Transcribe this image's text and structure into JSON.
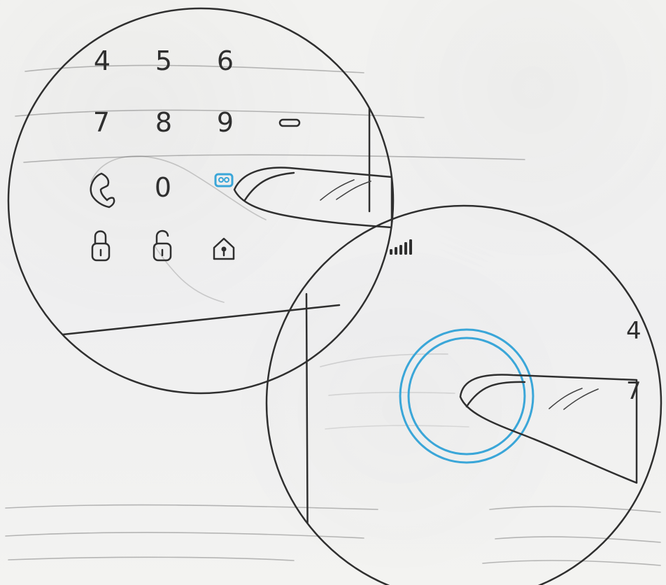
{
  "keypad": {
    "row1": [
      "4",
      "5",
      "6"
    ],
    "row2": [
      "7",
      "8",
      "9"
    ],
    "zero": "0",
    "right_partial": [
      "4",
      "7"
    ]
  },
  "icons": {
    "phone": "phone-icon",
    "lock_closed": "lock-closed-icon",
    "lock_open": "lock-open-icon",
    "house_lock": "house-lock-icon",
    "doorbell": "doorbell-icon",
    "dash": "dash-icon",
    "signal": "signal-bars-icon",
    "fingerprint": "fingerprint-icon"
  },
  "colors": {
    "ring_blue": "#3aa6d8",
    "line": "#2f2f2f",
    "paper": "#f4f4f2"
  }
}
